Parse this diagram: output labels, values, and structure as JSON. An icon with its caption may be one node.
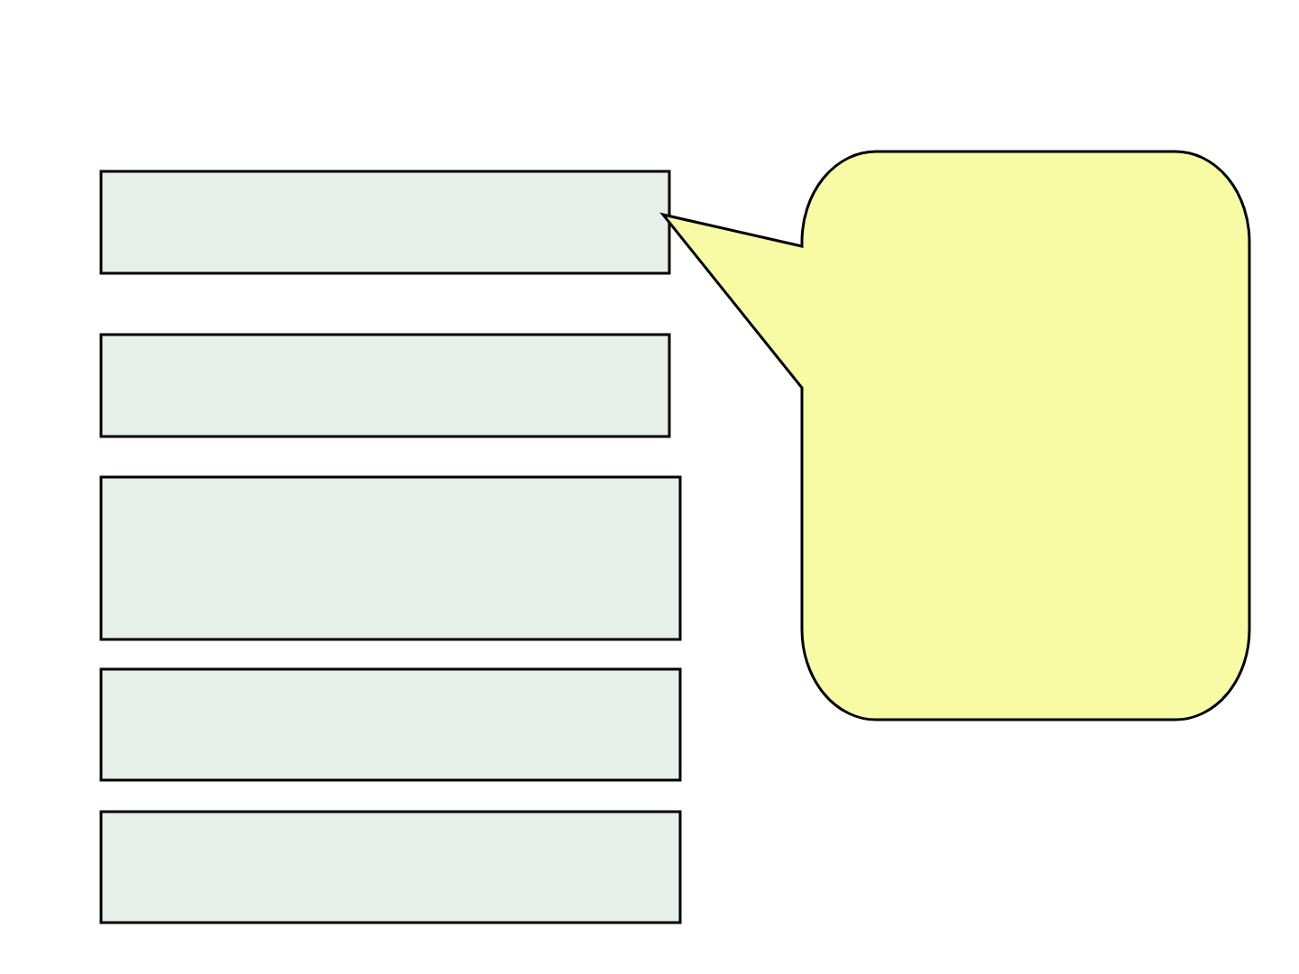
{
  "diagram": {
    "nodes": [
      {
        "text": [],
        "shape": "box"
      },
      {
        "text": [],
        "shape": "box"
      },
      {
        "text": [],
        "shape": "box"
      },
      {
        "text": [],
        "shape": "box"
      },
      {
        "text": [],
        "shape": "box"
      },
      {
        "text": [],
        "shape": "bubble"
      }
    ]
  }
}
